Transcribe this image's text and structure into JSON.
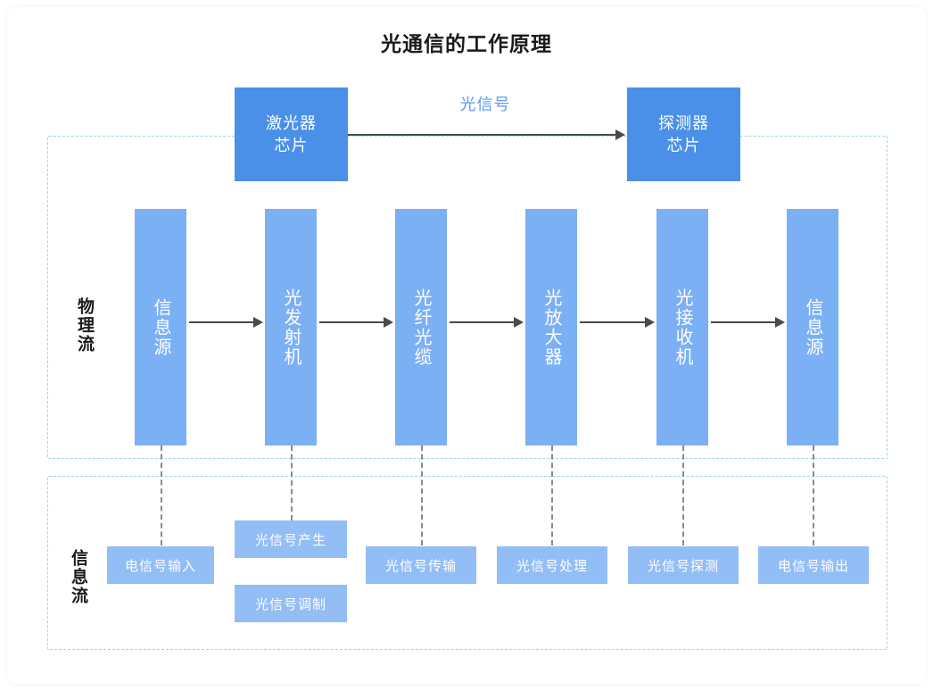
{
  "title": "光通信的工作原理",
  "groups": {
    "physical": {
      "label": "物理流"
    },
    "info": {
      "label": "信息流"
    }
  },
  "top_row": {
    "laser_chip": "激光器\n芯片",
    "detector_chip": "探测器\n芯片",
    "signal_label": "光信号"
  },
  "physical_flow": {
    "boxes": [
      {
        "label": "信息源"
      },
      {
        "label": "光发射机"
      },
      {
        "label": "光纤光缆"
      },
      {
        "label": "光放大器"
      },
      {
        "label": "光接收机"
      },
      {
        "label": "信息源"
      }
    ]
  },
  "info_flow": {
    "boxes": [
      {
        "label": "电信号输入"
      },
      {
        "label": "光信号产生"
      },
      {
        "label": "光信号调制"
      },
      {
        "label": "光信号传输"
      },
      {
        "label": "光信号处理"
      },
      {
        "label": "光信号探测"
      },
      {
        "label": "电信号输出"
      }
    ]
  },
  "colors": {
    "chip_blue": "#4a90e8",
    "process_blue": "#7bb0f5",
    "info_blue": "#93bdf5",
    "group_border": "#9fd3e8",
    "arrow": "#4a4a4a",
    "signal_text": "#5b9bf0"
  }
}
